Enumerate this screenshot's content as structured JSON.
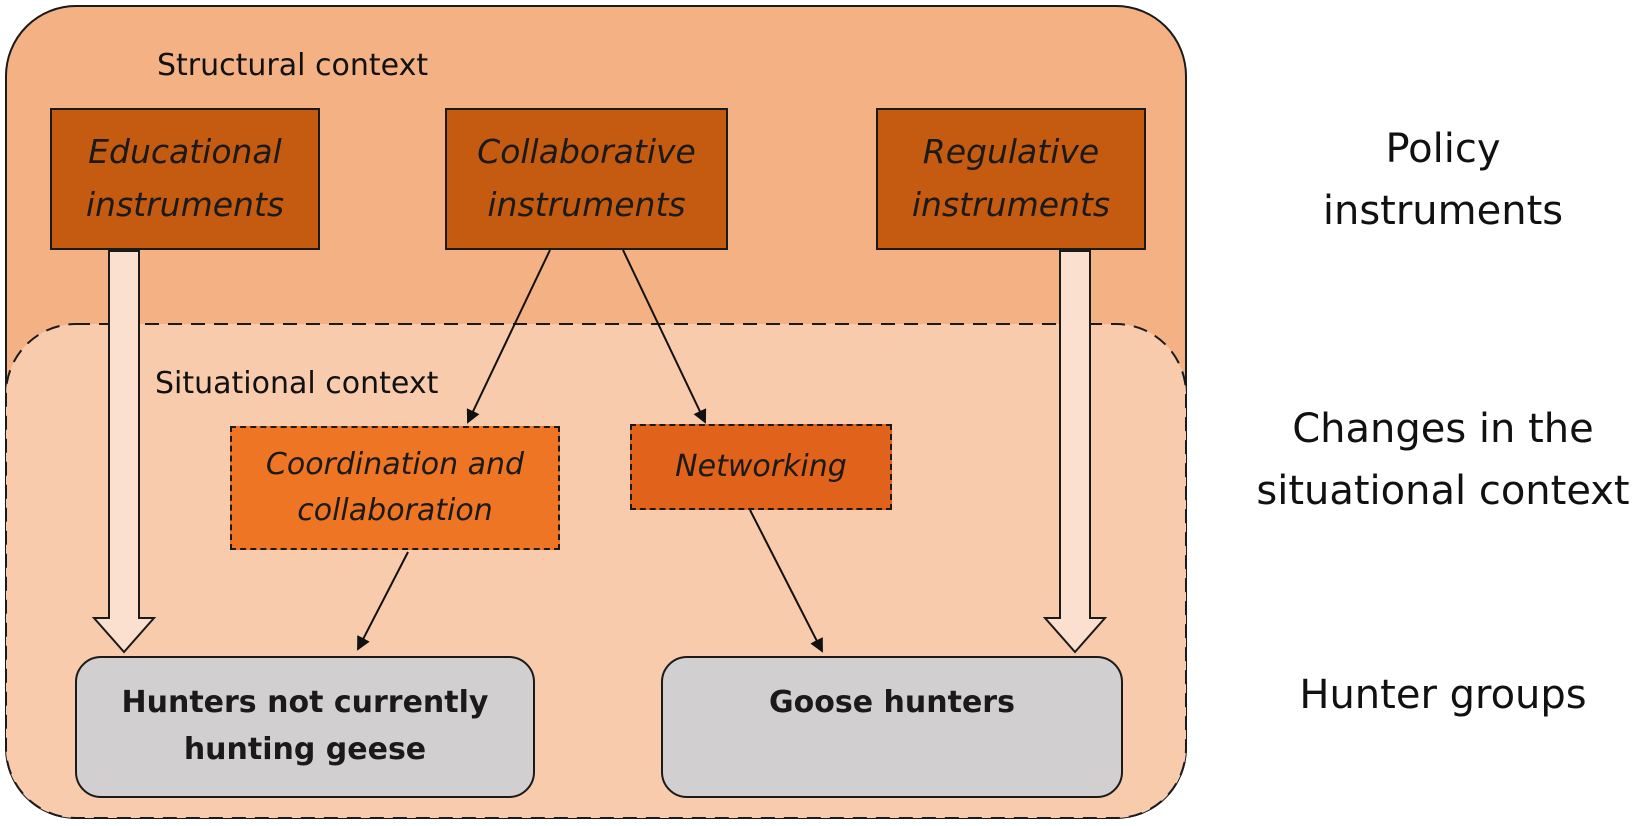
{
  "contexts": {
    "structural": "Structural context",
    "situational": "Situational context"
  },
  "side_labels": {
    "policy": "Policy\ninstruments",
    "changes": "Changes in the\nsituational context",
    "hunters": "Hunter groups"
  },
  "instruments": {
    "educational": "Educational\ninstruments",
    "collaborative": "Collaborative\ninstruments",
    "regulative": "Regulative\ninstruments"
  },
  "mechanisms": {
    "coordination": "Coordination and\ncollaboration",
    "networking": "Networking"
  },
  "groups": {
    "not_geese": "Hunters not currently\nhunting geese",
    "geese": "Goose hunters"
  },
  "colors": {
    "structural_bg": "#f4b183",
    "situational_bg": "#f8cbad",
    "instrument_fill": "#c55a11",
    "coordination_fill": "#ee7524",
    "networking_fill": "#e0621b",
    "group_fill": "#d2cfd0"
  }
}
